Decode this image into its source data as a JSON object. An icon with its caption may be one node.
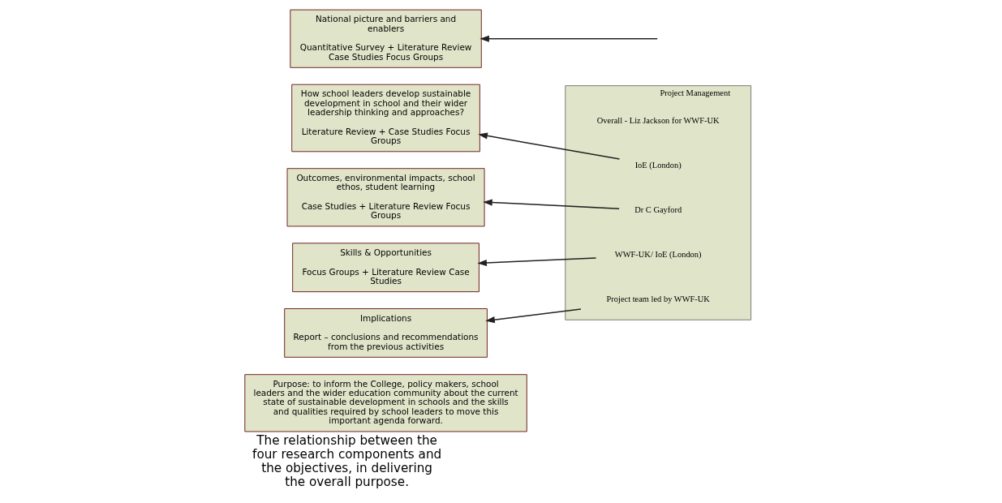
{
  "diagram": {
    "caption": "The relationship between the four research components and the objectives, in delivering the overall purpose.",
    "nodes": [
      {
        "text": [
          "Purpose: to inform the College, policy makers, school leaders and the wider education community about the current state of sustainable development in schools and the skills and qualities required by school leaders to move this important agenda forward."
        ]
      },
      {
        "text": [
          "How school leaders develop sustainable development in school and their wider leadership thinking and approaches?",
          "Literature Review + Case Studies Focus Groups"
        ]
      },
      {
        "text": [
          "Outcomes, environmental impacts, school ethos, student learning",
          "Case Studies + Literature Review Focus Groups"
        ]
      },
      {
        "text": [
          "Skills & Opportunities",
          "Focus Groups + Literature Review Case Studies"
        ]
      },
      {
        "text": [
          "National picture and barriers and enablers",
          "Quantitative Survey + Literature Review Case Studies Focus Groups"
        ]
      },
      {
        "text": [
          "Implications",
          "Report – conclusions and recommendations from the previous activities"
        ]
      },
      {
        "text": [
          "Project Management"
        ]
      },
      {
        "text": [
          "Overall - Liz Jackson for WWF-UK"
        ],
        "in": 6
      },
      {
        "text": [
          "IoE (London)"
        ],
        "in": 6
      },
      {
        "text": [
          "Dr C Gayford"
        ],
        "in": 6
      },
      {
        "text": [
          "WWF-UK/ IoE (London)"
        ],
        "in": 6
      },
      {
        "text": [
          "Project team led by WWF-UK"
        ],
        "in": 6
      }
    ],
    "edges": [
      {
        "from": 8,
        "to": 1,
        "arrow": "to"
      },
      {
        "from": 9,
        "to": 2,
        "arrow": "to"
      },
      {
        "from": 10,
        "to": 3,
        "arrow": "to"
      },
      {
        "from": null,
        "to": 4,
        "arrow": "to"
      },
      {
        "from": 11,
        "to": 5,
        "arrow": "to"
      }
    ]
  }
}
